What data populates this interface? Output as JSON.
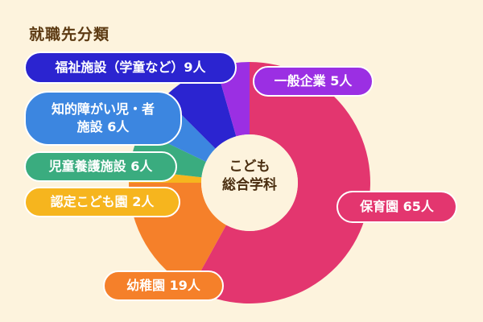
{
  "title": "就職先分類",
  "center_label": [
    "こども",
    "総合学科"
  ],
  "colors": {
    "background": "#fdf3dd",
    "title": "#5c3a12"
  },
  "chart_data": {
    "type": "pie",
    "title": "就職先分類",
    "donut": true,
    "center_text": "こども 総合学科",
    "unit": "人",
    "slices": [
      {
        "name": "保育園",
        "value": 65,
        "color": "#e3366f",
        "label": "保育園 65人"
      },
      {
        "name": "幼稚園",
        "value": 19,
        "color": "#f5802a",
        "label": "幼稚園 19人"
      },
      {
        "name": "認定こども園",
        "value": 2,
        "color": "#f6b51e",
        "label": "認定こども園 2人"
      },
      {
        "name": "児童養護施設",
        "value": 6,
        "color": "#3aac7f",
        "label": "児童養護施設 6人"
      },
      {
        "name": "知的障がい児・者施設",
        "value": 6,
        "color": "#3c86e0",
        "label_lines": [
          "知的障がい児・者",
          "施設 6人"
        ]
      },
      {
        "name": "福祉施設（学童など）",
        "value": 9,
        "color": "#2b24d0",
        "label": "福祉施設（学童など）9人"
      },
      {
        "name": "一般企業",
        "value": 5,
        "color": "#9b2fe3",
        "label": "一般企業 5人"
      }
    ]
  }
}
